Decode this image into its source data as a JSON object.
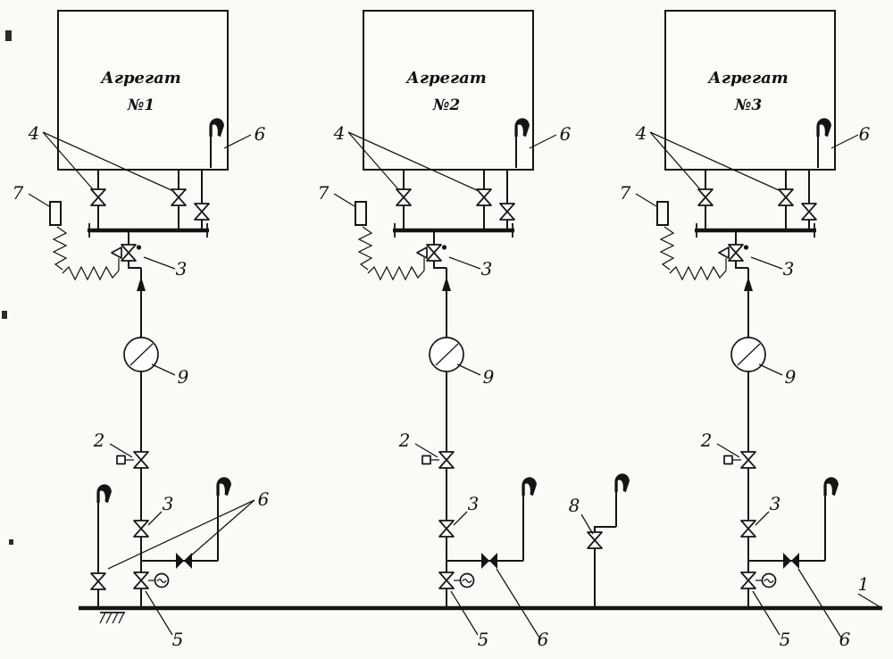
{
  "figure": {
    "units": [
      {
        "name": "Агрегат",
        "number": "№1"
      },
      {
        "name": "Агрегат",
        "number": "№2"
      },
      {
        "name": "Агрегат",
        "number": "№3"
      }
    ],
    "callouts": {
      "c1": "1",
      "c2": "2",
      "c3": "3",
      "c4": "4",
      "c5": "5",
      "c6": "6",
      "c7": "7",
      "c8": "8",
      "c9": "9"
    },
    "colors": {
      "ink": "#141414",
      "paper": "#fbfaf6"
    }
  }
}
